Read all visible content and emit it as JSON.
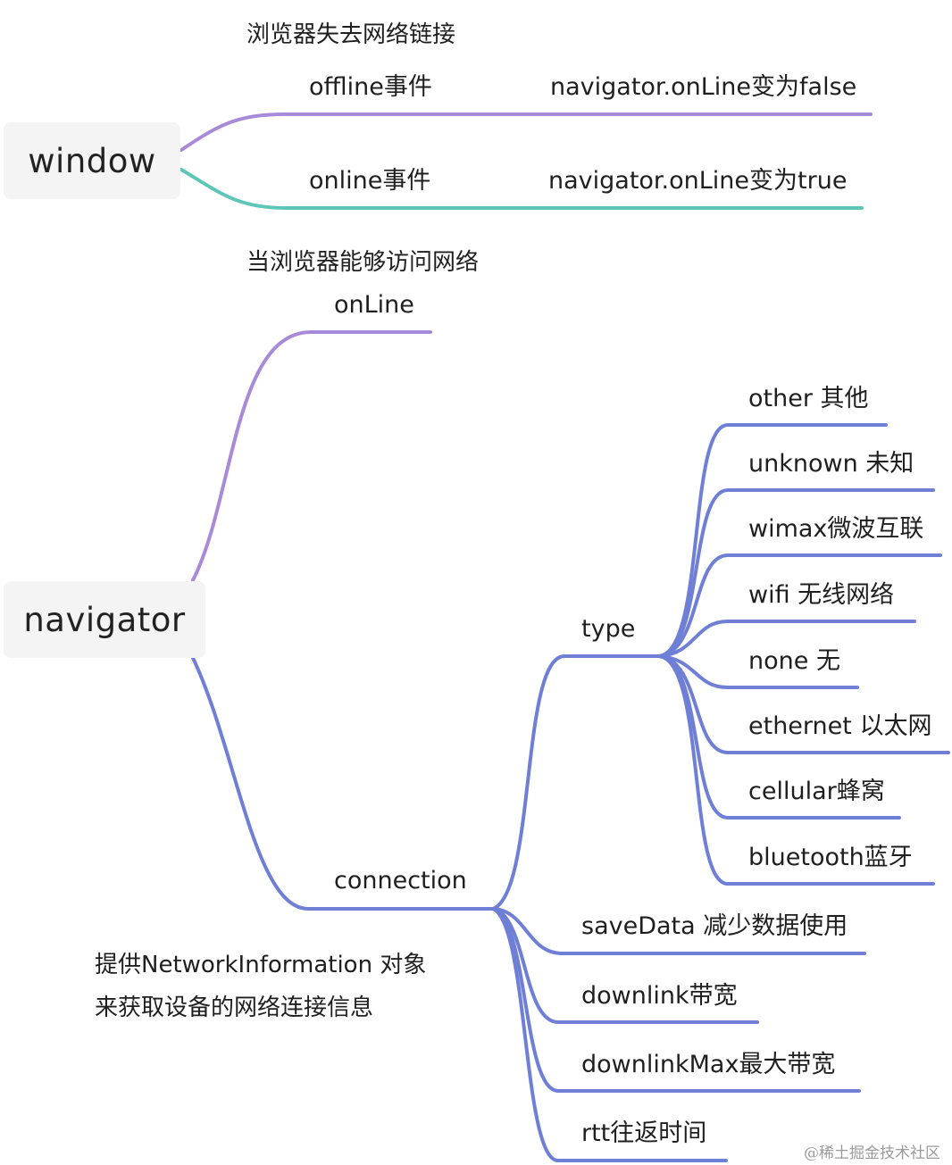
{
  "colors": {
    "purple": "#a78bd8",
    "teal": "#5ec6b6",
    "blue": "#6f7fd6",
    "root_bg": "#f4f4f4"
  },
  "window": {
    "label": "window",
    "note": "浏览器失去网络链接",
    "offline_event": "offline事件",
    "offline_effect": "navigator.onLine变为false",
    "online_event": "online事件",
    "online_effect": "navigator.onLine变为true"
  },
  "navigator": {
    "label": "navigator",
    "online_note": "当浏览器能够访问网络",
    "online_prop": "onLine",
    "connection": "connection",
    "connection_note_line1": "提供NetworkInformation 对象",
    "connection_note_line2": "来获取设备的网络连接信息",
    "type": "type",
    "type_values": [
      "other 其他",
      "unknown 未知",
      "wimax微波互联",
      "wifi 无线网络",
      "none 无",
      "ethernet 以太网",
      "cellular蜂窝",
      "bluetooth蓝牙"
    ],
    "connection_props": [
      "saveData 减少数据使用",
      "downlink带宽",
      "downlinkMax最大带宽",
      "rtt往返时间"
    ]
  },
  "watermark": "@稀土掘金技术社区"
}
